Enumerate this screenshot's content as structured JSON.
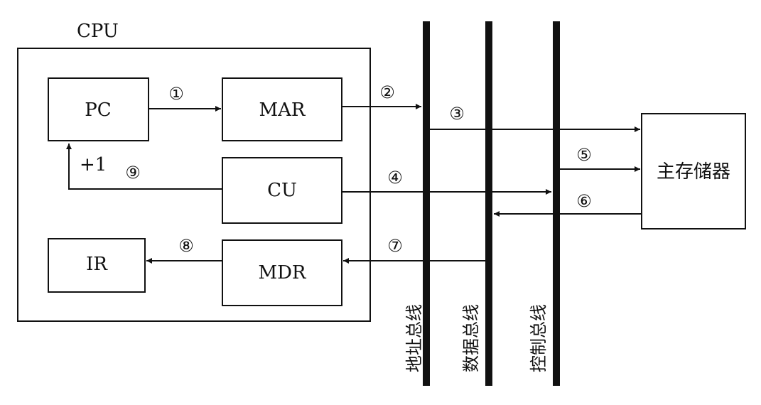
{
  "cpu": {
    "label": "CPU"
  },
  "registers": {
    "pc": "PC",
    "mar": "MAR",
    "cu": "CU",
    "ir": "IR",
    "mdr": "MDR"
  },
  "memory": {
    "label": "主存储器"
  },
  "buses": {
    "address": "地址总线",
    "data": "数据总线",
    "control": "控制总线"
  },
  "increment": "+1",
  "steps": {
    "s1": "①",
    "s2": "②",
    "s3": "③",
    "s4": "④",
    "s5": "⑤",
    "s6": "⑥",
    "s7": "⑦",
    "s8": "⑧",
    "s9": "⑨"
  }
}
